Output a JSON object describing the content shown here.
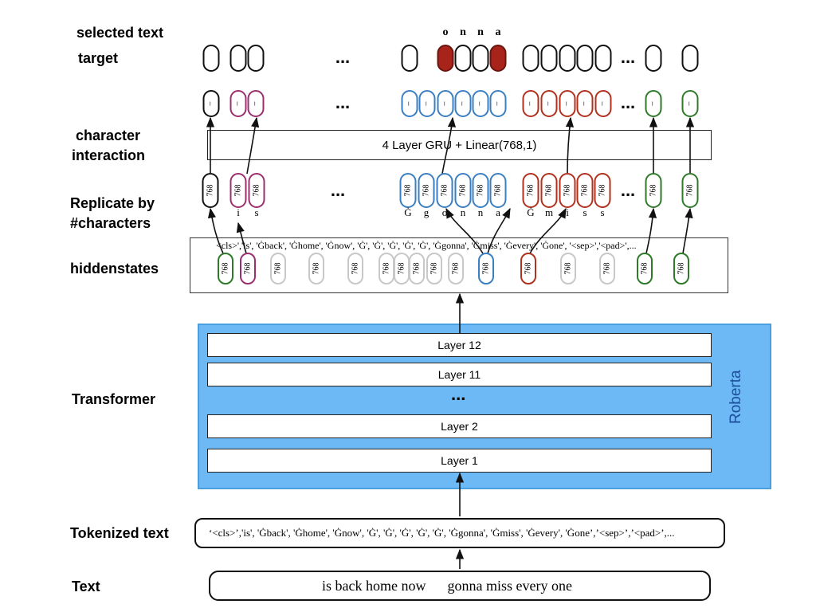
{
  "row_labels": {
    "selected_text": "selected text",
    "target": "target",
    "character_interaction_1": "character",
    "character_interaction_2": "interaction",
    "replicate_1": "Replicate by",
    "replicate_2": "#characters",
    "hiddenstates": "hiddenstates",
    "transformer": "Transformer",
    "tokenized_text": "Tokenized text",
    "text": "Text"
  },
  "gru_box": "4 Layer GRU + Linear(768,1)",
  "roberta": {
    "label": "Roberta",
    "layers": [
      "Layer 12",
      "Layer 11",
      "Layer 2",
      "Layer 1"
    ],
    "ellipsis": "..."
  },
  "tokenized_text": "‘<cls>’,'is', 'Ġback', 'Ġhome', 'Ġnow', 'Ġ', 'Ġ', 'Ġ', 'Ġ', 'Ġ', 'Ġgonna', 'Ġmiss', 'Ġevery', 'Ġone’,’<sep>’,’<pad>’,...",
  "text": "is back home now      gonna miss every one",
  "hidden_tokens": "<cls>','is', 'Ġback', 'Ġhome', 'Ġnow', 'Ġ', 'Ġ', 'Ġ', 'Ġ', 'Ġ', 'Ġgonna', 'Ġmiss', 'Ġevery', 'Ġone', '<sep>','<pad>',...",
  "hidden_value": "768",
  "pred_value": "−",
  "selected_chars": [
    "o",
    "n",
    "n",
    "a"
  ],
  "char_labels": {
    "is": [
      "i",
      "s"
    ],
    "gonna": [
      "Ġ",
      "g",
      "o",
      "n",
      "n",
      "a"
    ],
    "miss": [
      "Ġ",
      "m",
      "i",
      "s",
      "s"
    ]
  },
  "ellipsis": "...",
  "colors": {
    "black": "#111111",
    "purple": "#9b2f6e",
    "blue": "#3a7fc1",
    "red": "#b0321e",
    "green": "#2f7a2a",
    "gray": "#c8c8c8",
    "selected_fill": "#a8241a",
    "roberta_fill": "#6cb9f5"
  }
}
